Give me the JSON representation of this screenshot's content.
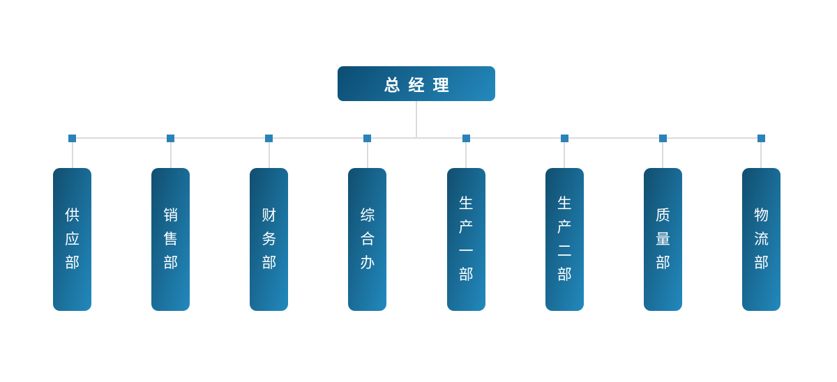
{
  "root": {
    "label": "总经理"
  },
  "departments": [
    {
      "label": "供应部"
    },
    {
      "label": "销售部"
    },
    {
      "label": "财务部"
    },
    {
      "label": "综合办"
    },
    {
      "label": "生产一部"
    },
    {
      "label": "生产二部"
    },
    {
      "label": "质量部"
    },
    {
      "label": "物流部"
    }
  ],
  "colors": {
    "background": "#ffffff",
    "connector_line": "#dbdbdb",
    "connector_square": "#2a83b6",
    "label_text": "#ffffff",
    "top_node_dark": "#0c4c72",
    "top_node_light": "#2489bd",
    "node_dark": "#114e6f",
    "node_light": "#2289bd"
  }
}
